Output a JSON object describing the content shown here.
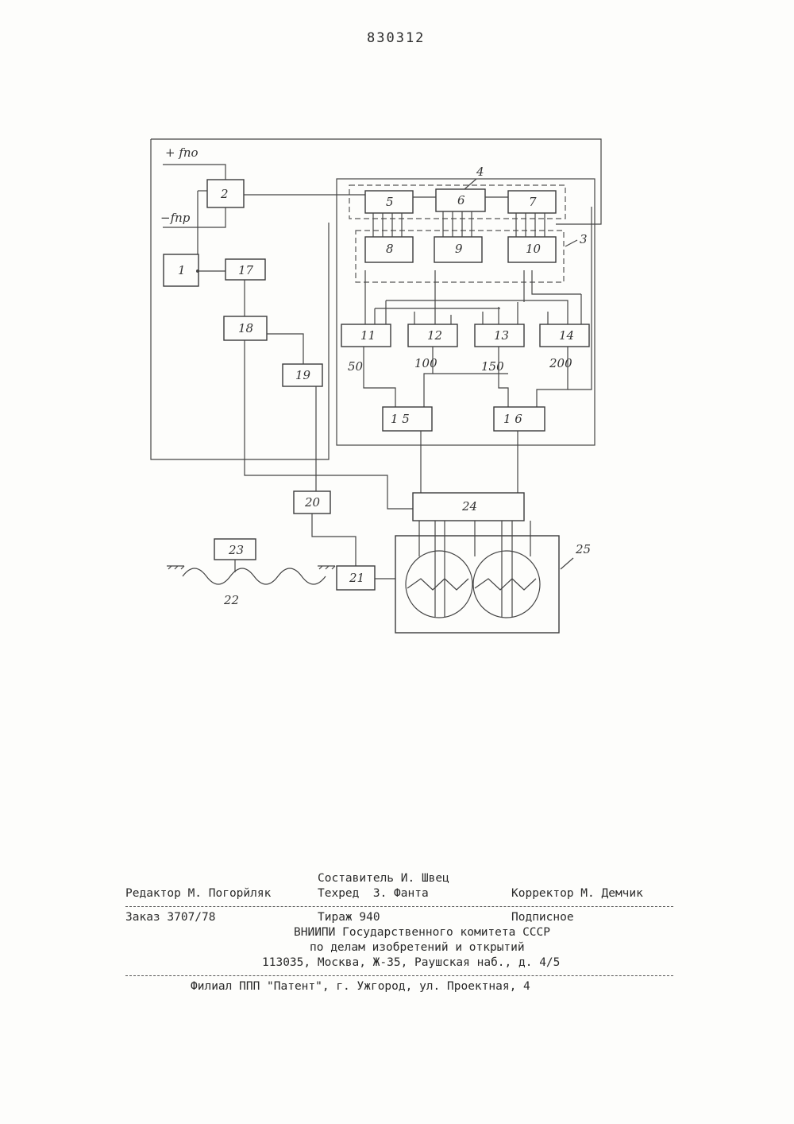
{
  "header": {
    "patent_number": "830312"
  },
  "diagram": {
    "labels": {
      "fpo_plus": "+ fпо",
      "fpo_minus": "−fпр",
      "b1": "1",
      "b2": "2",
      "b3": "3",
      "b4": "4",
      "b5": "5",
      "b6": "6",
      "b7": "7",
      "b8": "8",
      "b9": "9",
      "b10": "10",
      "b11": "11",
      "b12": "12",
      "b13": "13",
      "b14": "14",
      "b15": "1 5",
      "b16": "1 6",
      "b17": "17",
      "b18": "18",
      "b19": "19",
      "b20": "20",
      "b21": "21",
      "b22": "22",
      "b23": "23",
      "b24": "24",
      "b25": "25",
      "v50": "50",
      "v100": "100",
      "v150": "150",
      "v200": "200"
    }
  },
  "colophon": {
    "compiler": "Составитель И. Швец",
    "editor": "Редактор М. Погорйляк",
    "techred": "Техред  З. Фанта",
    "corrector": "Корректор М. Демчик",
    "order": "Заказ 3707/78",
    "circulation": "Тираж 940",
    "subscription": "Подписное",
    "org_line1": "ВНИИПИ Государственного комитета СССР",
    "org_line2": "по делам изобретений и открытий",
    "org_line3": "113035, Москва, Ж-35, Раушская наб., д. 4/5",
    "branch": "Филиал ППП \"Патент\", г. Ужгород, ул. Проектная, 4"
  }
}
